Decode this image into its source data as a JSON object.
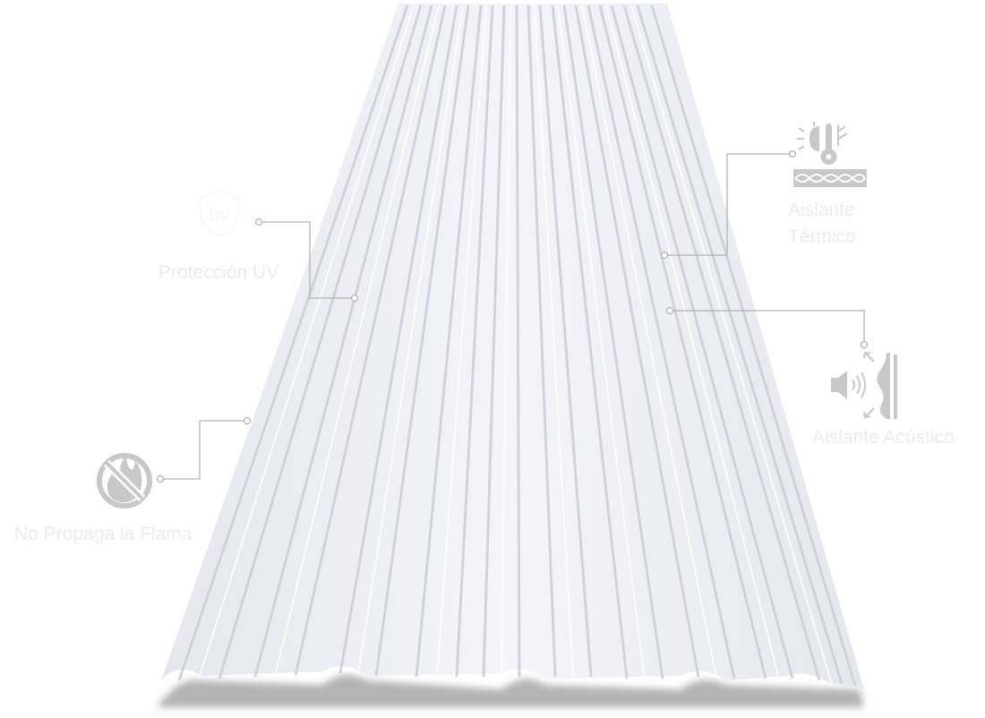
{
  "product": {
    "name": "roof-panel",
    "colors": {
      "panel_light": "#f2f2f8",
      "panel_rib": "#d4d4de",
      "panel_shadow": "#b0b0b0",
      "connector": "#b3b3b3",
      "icon": "#c8c8c8",
      "label": "#ececec"
    }
  },
  "features": [
    {
      "id": "uv",
      "label": "Protección UV",
      "icon": "uv-shield-icon"
    },
    {
      "id": "thermal",
      "label_line1": "Aislante",
      "label_line2": "Térmico",
      "icon": "thermal-insulation-icon"
    },
    {
      "id": "acoustic",
      "label": "Aislante Acústico",
      "icon": "acoustic-insulation-icon"
    },
    {
      "id": "flame",
      "label": "No Propaga la Flama",
      "icon": "no-flame-icon"
    }
  ]
}
